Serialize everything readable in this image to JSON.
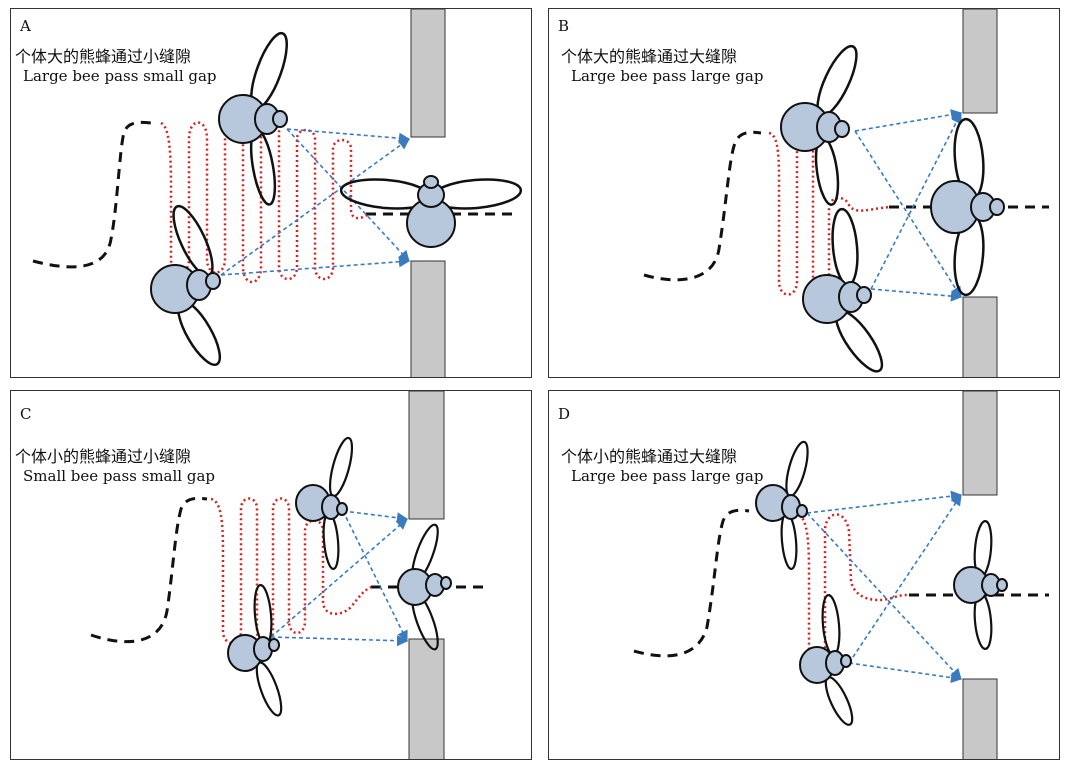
{
  "panels": [
    {
      "letter": "A",
      "title_cn": "个体大的熊蜂通过小缝隙",
      "title_en": "Large bee pass small gap"
    },
    {
      "letter": "B",
      "title_cn": "个体大的熊蜂通过大缝隙",
      "title_en": "Large bee pass large gap"
    },
    {
      "letter": "C",
      "title_cn": "个体小的熊蜂通过小缝隙",
      "title_en": "Small bee pass small gap"
    },
    {
      "letter": "D",
      "title_cn": "个体小的熊蜂通过大缝隙",
      "title_en": "Large bee pass large gap"
    }
  ],
  "colors": {
    "wall": "#c8c8c8",
    "bee_body": "#b8c8dc",
    "flight_path": "#111111",
    "scan_path": "#d82020",
    "gaze_arrow": "#3a7bbf"
  }
}
